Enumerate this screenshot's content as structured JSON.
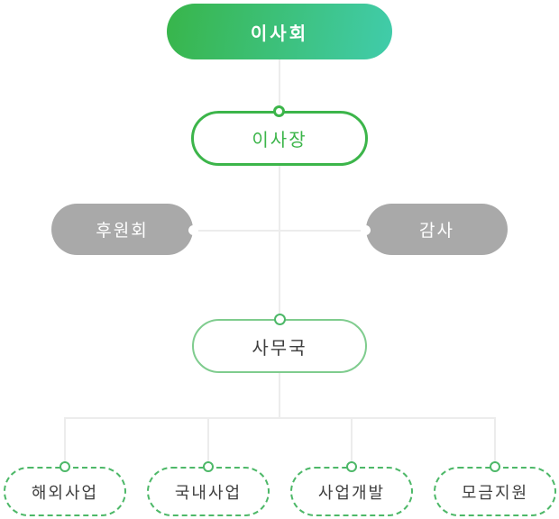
{
  "org_chart": {
    "type": "organization-chart",
    "nodes": {
      "board": {
        "label": "이사회",
        "level": 1,
        "style": "green-gradient-filled"
      },
      "chairman": {
        "label": "이사장",
        "level": 2,
        "style": "green-outline"
      },
      "supporters": {
        "label": "후원회",
        "level": 3,
        "style": "gray-filled"
      },
      "auditor": {
        "label": "감사",
        "level": 3,
        "style": "gray-filled"
      },
      "secretariat": {
        "label": "사무국",
        "level": 4,
        "style": "light-green-outline"
      },
      "dept_overseas": {
        "label": "해외사업",
        "level": 5,
        "style": "dashed-green-outline"
      },
      "dept_domestic": {
        "label": "국내사업",
        "level": 5,
        "style": "dashed-green-outline"
      },
      "dept_bizdev": {
        "label": "사업개발",
        "level": 5,
        "style": "dashed-green-outline"
      },
      "dept_fundraising": {
        "label": "모금지원",
        "level": 5,
        "style": "dashed-green-outline"
      }
    },
    "edges": [
      {
        "from": "board",
        "to": "chairman"
      },
      {
        "from": "chairman",
        "to": "secretariat"
      },
      {
        "from": "supporters",
        "to": "auditor",
        "note": "horizontal cross link through central line"
      },
      {
        "from": "secretariat",
        "to": "dept_overseas"
      },
      {
        "from": "secretariat",
        "to": "dept_domestic"
      },
      {
        "from": "secretariat",
        "to": "dept_bizdev"
      },
      {
        "from": "secretariat",
        "to": "dept_fundraising"
      }
    ],
    "colors": {
      "background": "#ffffff",
      "board_gradient_start": "#38b54a",
      "board_gradient_end": "#41ccab",
      "outline_green": "#3cb54a",
      "soft_outline_green": "#7fcc8e",
      "dashed_green": "#4db868",
      "gray_fill": "#a9a9a9",
      "connector_gray": "#ececec",
      "text_white": "#ffffff",
      "text_dark": "#3f3f3f"
    }
  }
}
